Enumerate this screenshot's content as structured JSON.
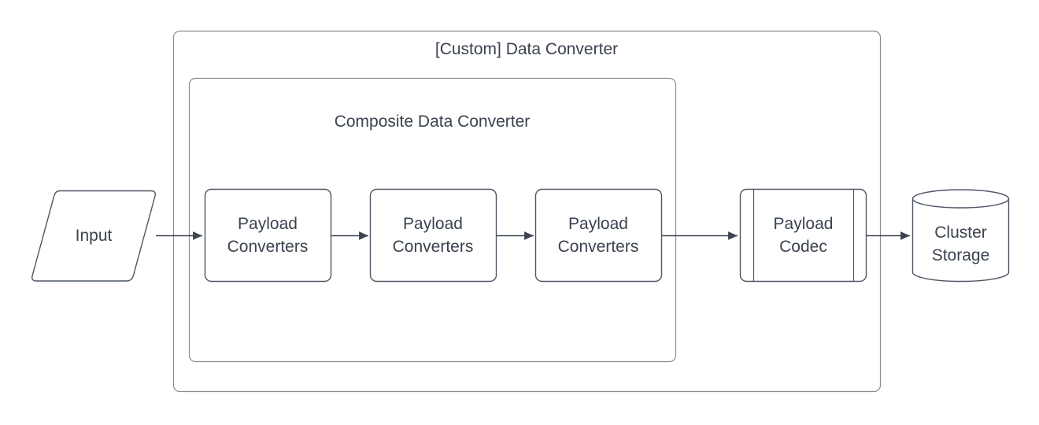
{
  "diagram": {
    "outer_container": {
      "label": "[Custom] Data Converter"
    },
    "inner_container": {
      "label": "Composite Data Converter"
    },
    "nodes": {
      "input": {
        "label": "Input",
        "shape": "parallelogram"
      },
      "payload_converter_1": {
        "label": "Payload Converters",
        "shape": "rounded-rectangle"
      },
      "payload_converter_2": {
        "label": "Payload Converters",
        "shape": "rounded-rectangle"
      },
      "payload_converter_3": {
        "label": "Payload Converters",
        "shape": "rounded-rectangle"
      },
      "payload_codec": {
        "label": "Payload Codec",
        "shape": "predefined-process"
      },
      "cluster_storage": {
        "label": "Cluster Storage",
        "shape": "cylinder"
      }
    },
    "edges": [
      {
        "from": "input",
        "to": "payload_converter_1"
      },
      {
        "from": "payload_converter_1",
        "to": "payload_converter_2"
      },
      {
        "from": "payload_converter_2",
        "to": "payload_converter_3"
      },
      {
        "from": "payload_converter_3",
        "to": "payload_codec"
      },
      {
        "from": "payload_codec",
        "to": "cluster_storage"
      }
    ],
    "colors": {
      "background": "#ffffff",
      "shape_stroke": "#4d5664",
      "container_stroke": "#868c95",
      "arrow": "#3d4450",
      "text": "#3a424e"
    }
  }
}
